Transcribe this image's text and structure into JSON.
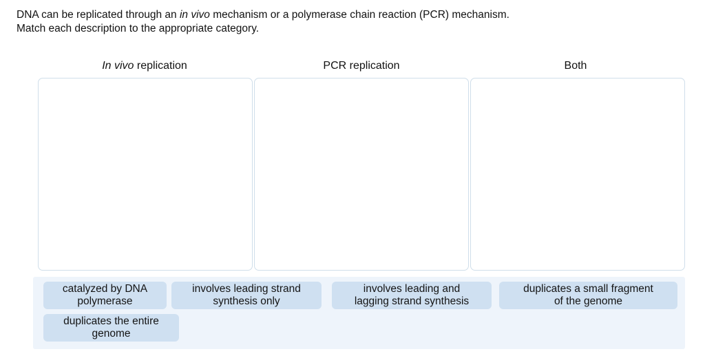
{
  "prompt": {
    "line1_part1": "DNA can be replicated through an ",
    "line1_italic": "in vivo",
    "line1_part2": " mechanism or a polymerase chain reaction (PCR) mechanism.",
    "line2": "Match each description to the appropriate category."
  },
  "categories": [
    {
      "italic_prefix": "In vivo",
      "label_rest": " replication",
      "name": "in-vivo-replication"
    },
    {
      "italic_prefix": "",
      "label_rest": "PCR replication",
      "name": "pcr-replication"
    },
    {
      "italic_prefix": "",
      "label_rest": "Both",
      "name": "both"
    }
  ],
  "answer_bank": {
    "items": [
      {
        "line1": "catalyzed by DNA",
        "line2": "polymerase"
      },
      {
        "line1": "involves leading strand",
        "line2": "synthesis only"
      },
      {
        "line1": "involves leading and",
        "line2": "lagging strand synthesis"
      },
      {
        "line1": "duplicates a small fragment",
        "line2": "of the genome"
      },
      {
        "line1": "duplicates the entire",
        "line2": "genome"
      }
    ]
  },
  "colors": {
    "chip_background": "#cfe0f1",
    "tray_background": "#eef4fb",
    "dropzone_border": "#cfdeea",
    "text": "#141414",
    "page_background": "#ffffff"
  }
}
